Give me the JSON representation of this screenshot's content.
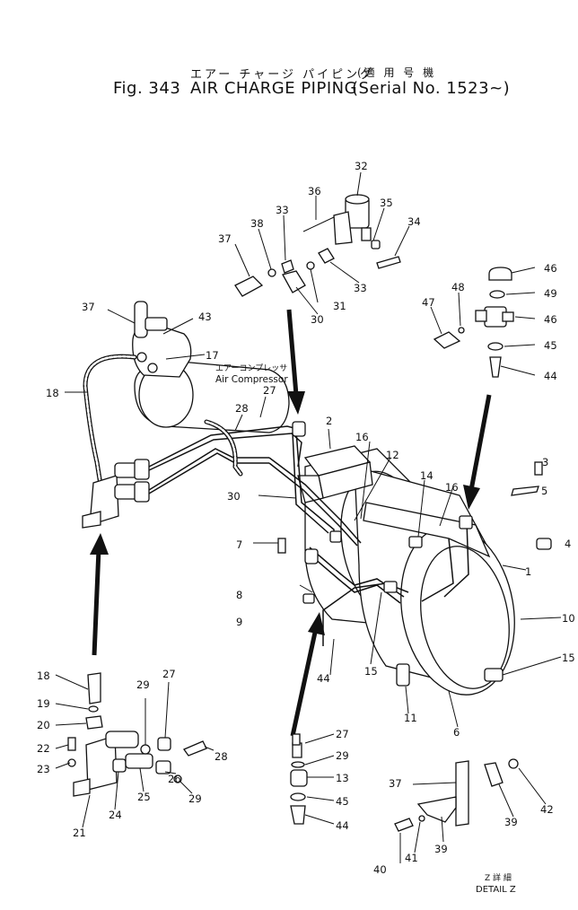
{
  "figure": {
    "number_label": "Fig. 343",
    "title_jp": "エアー チャージ パイピング",
    "applicable_jp": "(適 用 号 機",
    "title_en": "AIR CHARGE PIPING",
    "serial_label": "(Serial No. 1523~)"
  },
  "annotations": {
    "compressor_jp": "エアーコンプレッサ",
    "compressor_en": "Air Compressor",
    "detail_jp": "Z 詳 細",
    "detail_en": "DETAIL Z"
  },
  "callouts": {
    "c1": "1",
    "c2": "2",
    "c3": "3",
    "c4": "4",
    "c5": "5",
    "c6": "6",
    "c7": "7",
    "c8": "8",
    "c9": "9",
    "c10": "10",
    "c11": "11",
    "c12": "12",
    "c13": "13",
    "c14": "14",
    "c15a": "15",
    "c15b": "15",
    "c16a": "16",
    "c16b": "16",
    "c17": "17",
    "c18a": "18",
    "c18b": "18",
    "c19": "19",
    "c20": "20",
    "c21": "21",
    "c22": "22",
    "c23": "23",
    "c24": "24",
    "c25": "25",
    "c26": "26",
    "c27a": "27",
    "c27b": "27",
    "c27c": "27",
    "c28a": "28",
    "c28b": "28",
    "c29a": "29",
    "c29b": "29",
    "c29c": "29",
    "c30a": "30",
    "c30b": "30",
    "c31": "31",
    "c32": "32",
    "c33a": "33",
    "c33b": "33",
    "c34": "34",
    "c35": "35",
    "c36": "36",
    "c37a": "37",
    "c37b": "37",
    "c37c": "37",
    "c38": "38",
    "c39a": "39",
    "c39b": "39",
    "c40": "40",
    "c41": "41",
    "c42": "42",
    "c43": "43",
    "c44a": "44",
    "c44b": "44",
    "c44c": "44",
    "c45a": "45",
    "c45b": "45",
    "c46a": "46",
    "c46b": "46",
    "c47": "47",
    "c48": "48",
    "c49": "49"
  }
}
